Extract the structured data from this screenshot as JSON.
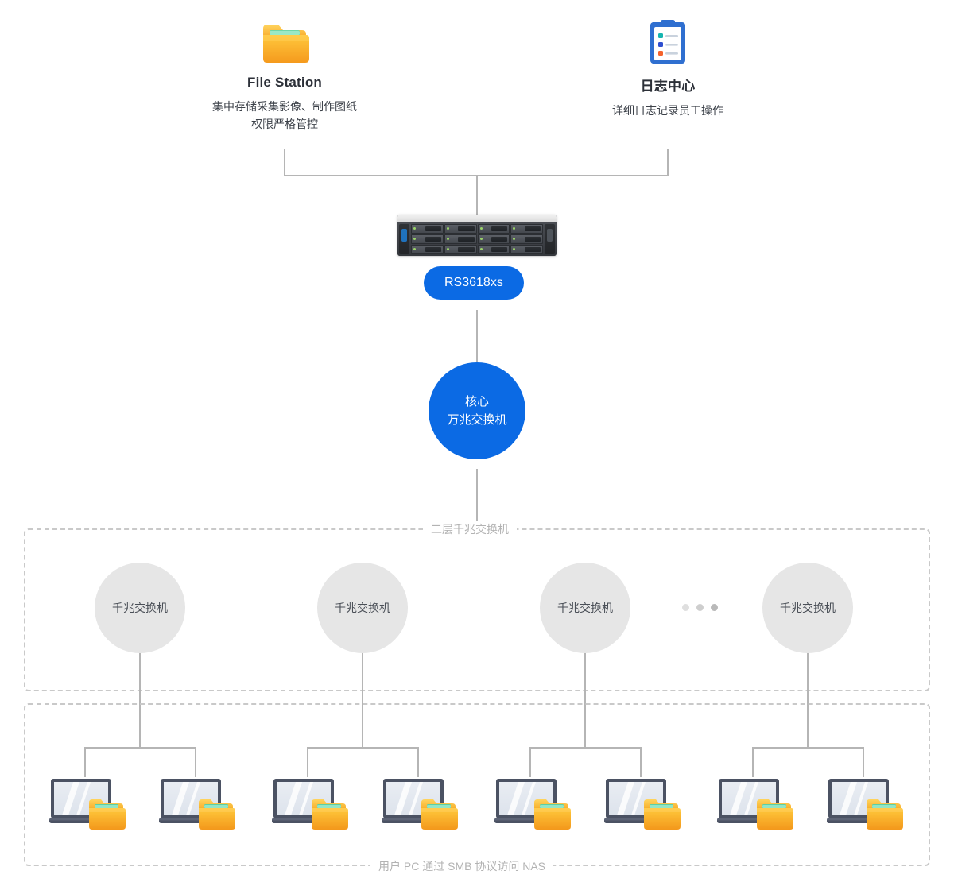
{
  "diagram": {
    "title": "Synology NAS network topology",
    "colors": {
      "accent_blue": "#0b6ae4",
      "line_gray": "#b5b5b5",
      "dashed_gray": "#c9c9c9",
      "circle_gray": "#e6e6e6",
      "folder_orange": "#f5a623",
      "laptop_navy": "#4b5263",
      "text_dark": "#2c3038",
      "label_gray": "#b3b3b3"
    }
  },
  "apps": [
    {
      "icon": "folder-icon",
      "title": "File Station",
      "desc_line1": "集中存储采集影像、制作图纸",
      "desc_line2": "权限严格管控"
    },
    {
      "icon": "clipboard-log-icon",
      "title": "日志中心",
      "desc_line1": "详细日志记录员工操作",
      "desc_line2": ""
    }
  ],
  "nas": {
    "icon": "rackmount-nas-icon",
    "bay_count": 12,
    "model_label": "RS3618xs"
  },
  "core_switch": {
    "line1": "核心",
    "line2": "万兆交换机"
  },
  "access_layer": {
    "box_label": "二层千兆交换机",
    "switches": [
      {
        "label": "千兆交换机"
      },
      {
        "label": "千兆交换机"
      },
      {
        "label": "千兆交换机"
      },
      {
        "label": "千兆交换机"
      }
    ],
    "ellipsis": "• • •"
  },
  "client_layer": {
    "box_label": "用户 PC 通过 SMB 协议访问 NAS",
    "client_count": 8,
    "client_icon": "laptop-with-folder-icon"
  }
}
